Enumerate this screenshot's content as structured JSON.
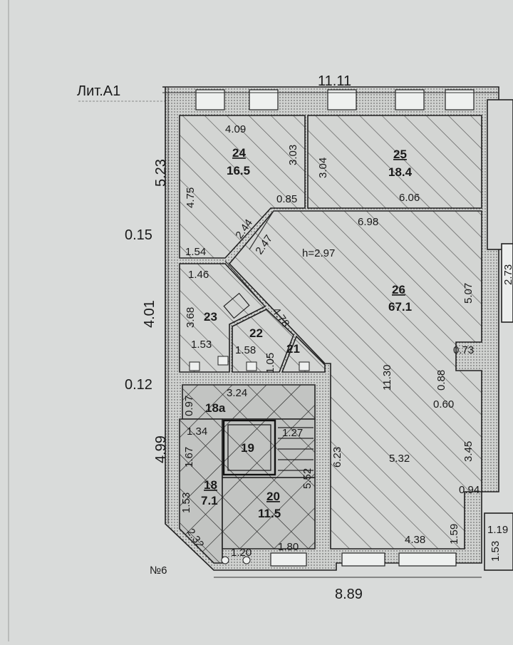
{
  "plan": {
    "title": "Лит.А1",
    "top_width": "11.11",
    "bottom_width": "8.89",
    "ceiling_height": "h=2.97",
    "entrance_label": "№6",
    "left_dims": {
      "d523": "5.23",
      "d015": "0.15",
      "d401": "4.01",
      "d012": "0.12",
      "d499": "4.99"
    },
    "rooms": [
      {
        "number": "24",
        "area": "16.5"
      },
      {
        "number": "25",
        "area": "18.4"
      },
      {
        "number": "26",
        "area": "67.1"
      },
      {
        "number": "23",
        "area": ""
      },
      {
        "number": "22",
        "area": ""
      },
      {
        "number": "21",
        "area": ""
      },
      {
        "number": "18а",
        "area": ""
      },
      {
        "number": "19",
        "area": ""
      },
      {
        "number": "18",
        "area": "7.1"
      },
      {
        "number": "20",
        "area": "11.5"
      }
    ],
    "inner_dims": {
      "r24_top": "4.09",
      "r24_left": "4.75",
      "r24_right": "3.03",
      "r24_085": "0.85",
      "r25_left": "3.04",
      "r25_bottom": "6.06",
      "d698": "6.98",
      "d244": "2.44",
      "d247": "2.47",
      "d154": "1.54",
      "d146": "1.46",
      "d478": "4.78",
      "d368": "3.68",
      "d153": "1.53",
      "d158": "1.58",
      "d105": "1.05",
      "d507": "5.07",
      "d073": "0.73",
      "d088": "0.88",
      "d060": "0.60",
      "d1130": "11.30",
      "d324": "3.24",
      "d097": "0.97",
      "d134": "1.34",
      "d127": "1.27",
      "d167": "1.67",
      "d552": "5.52",
      "d623": "6.23",
      "d532": "5.32",
      "d345": "3.45",
      "d094": "0.94",
      "d159": "1.59",
      "d438": "4.38",
      "d153b": "1.53",
      "d232": "2.32",
      "d120": "1.20",
      "d180": "1.80",
      "d273": "2.73",
      "d119": "1.19",
      "d153c": "1.53"
    }
  }
}
